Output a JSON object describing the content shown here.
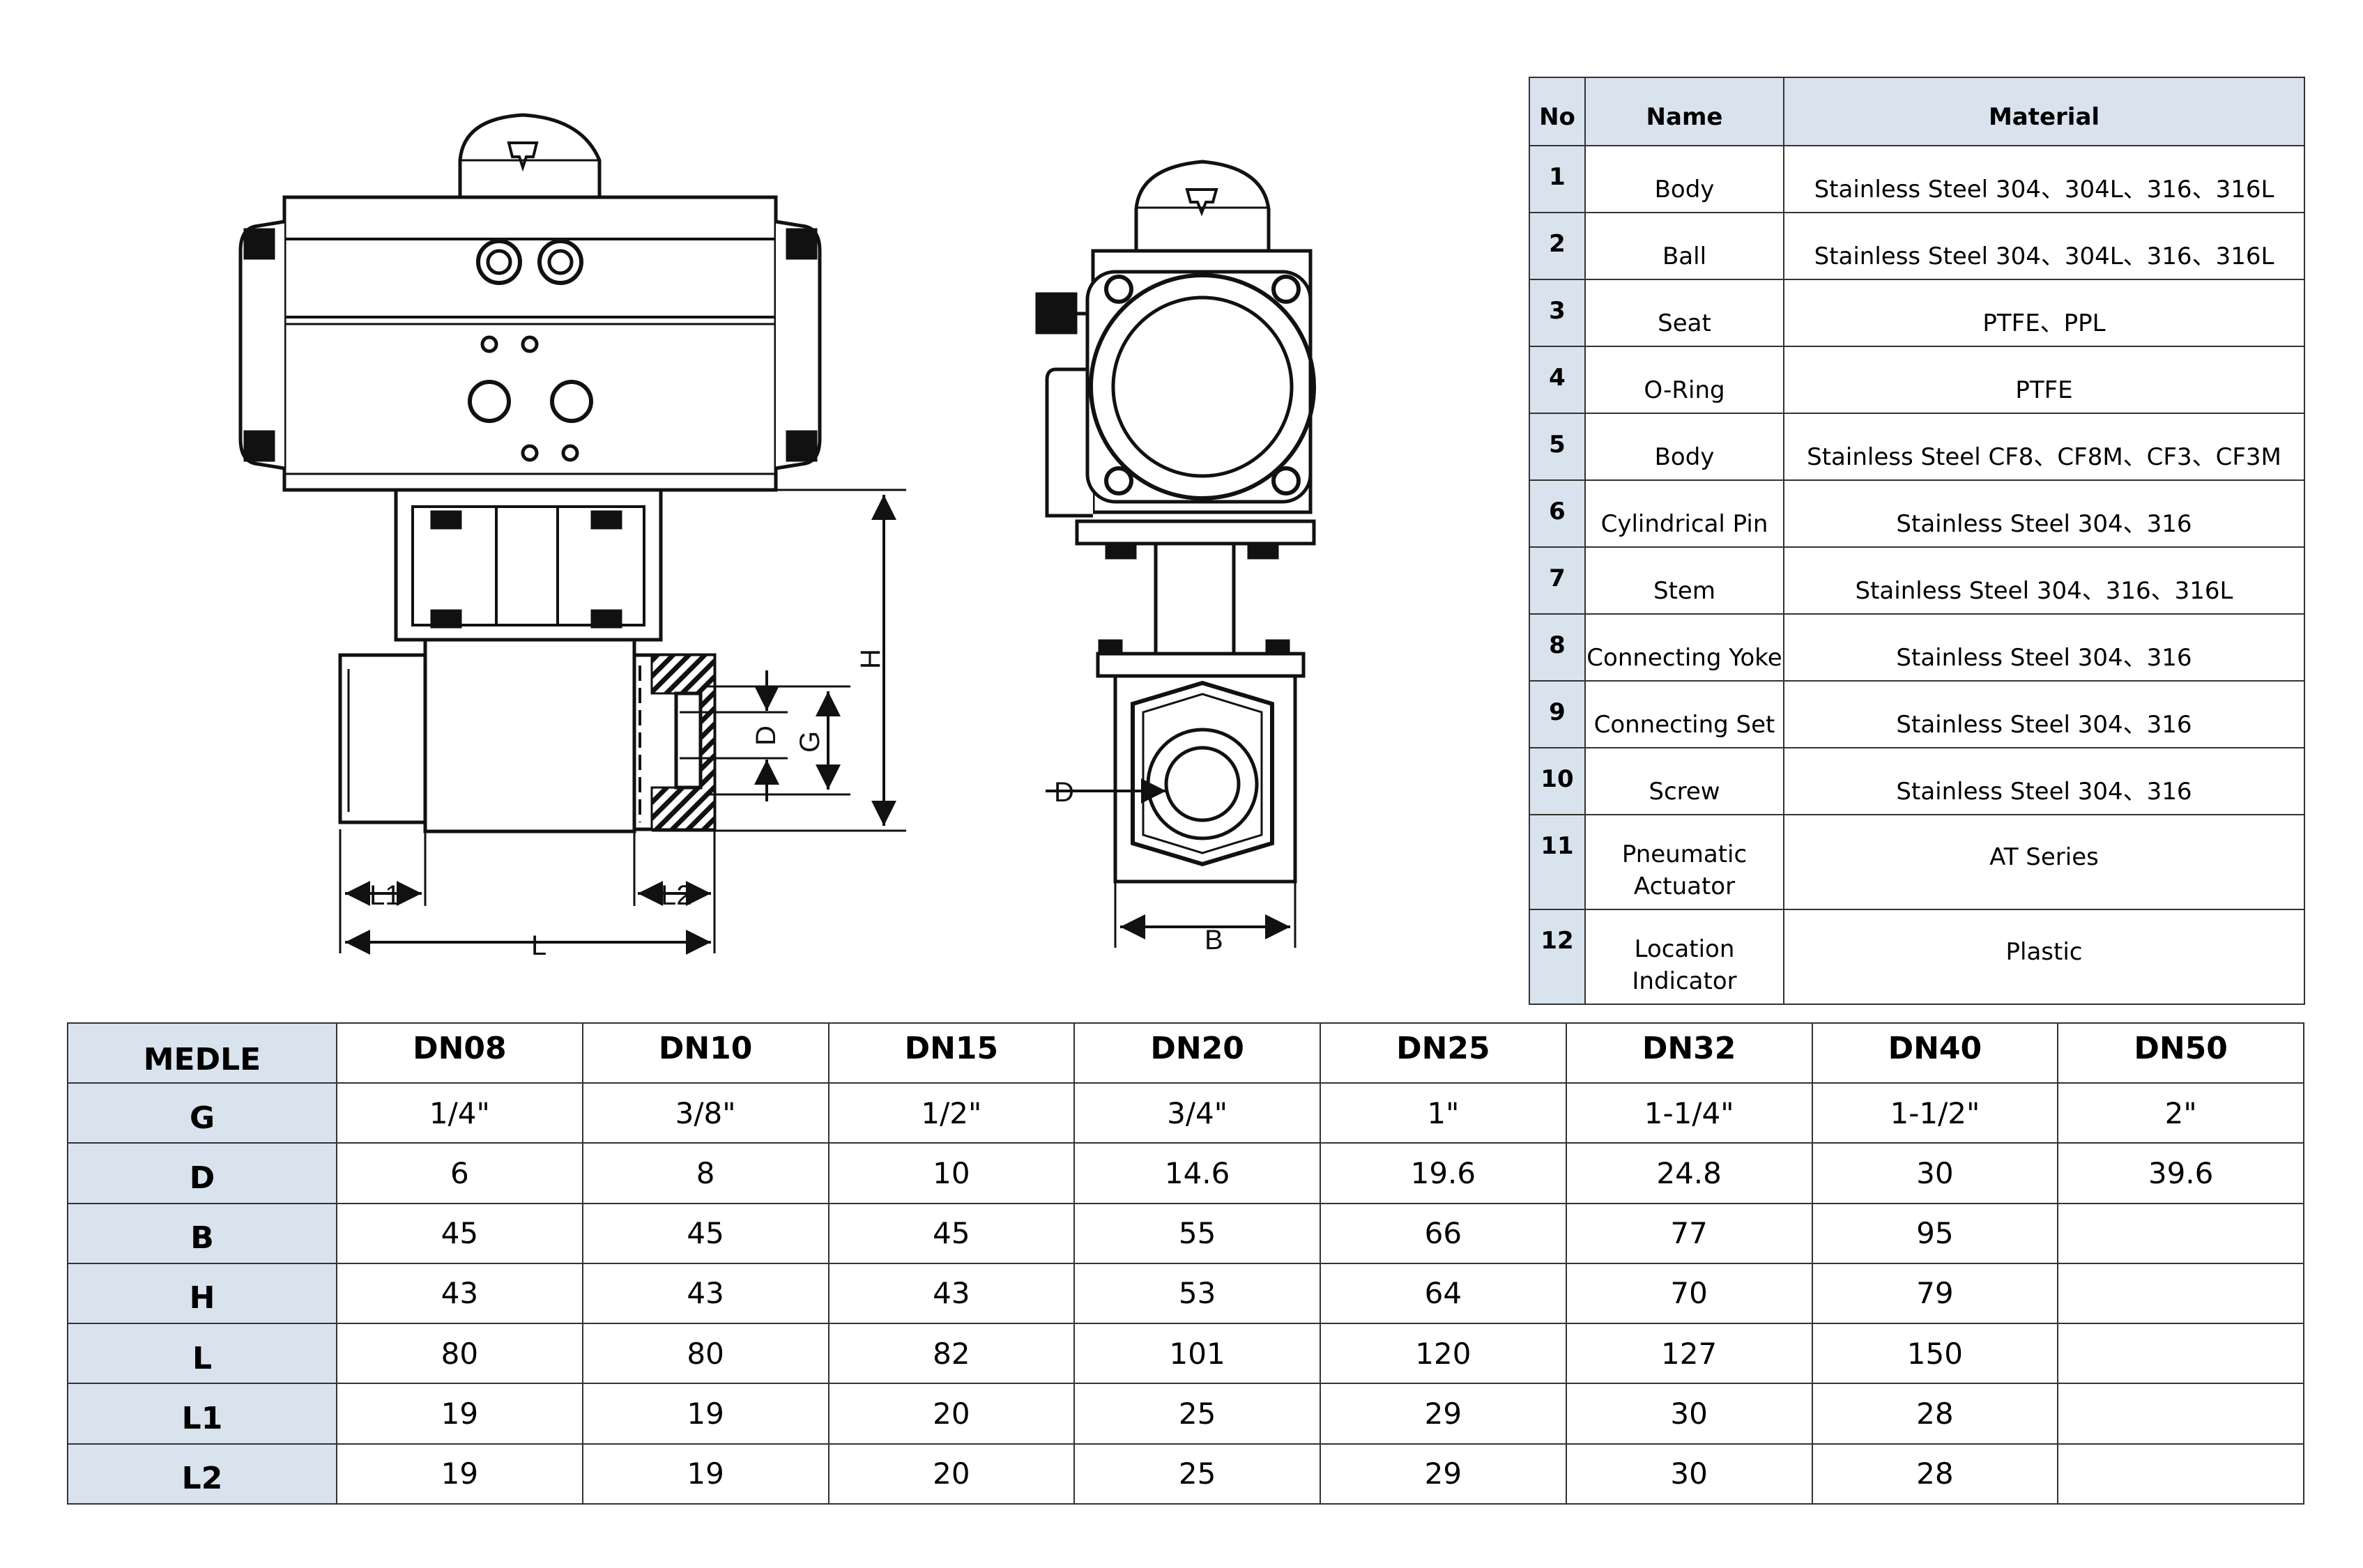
{
  "drawing_labels": {
    "H": "H",
    "D": "D",
    "G": "G",
    "L1": "L1",
    "L2": "L2",
    "L": "L",
    "B": "B",
    "D_side": "D"
  },
  "parts_table": {
    "headers": [
      "No",
      "Name",
      "Material"
    ],
    "rows": [
      {
        "no": "1",
        "name": "Body",
        "material": "Stainless Steel 304、304L、316、316L"
      },
      {
        "no": "2",
        "name": "Ball",
        "material": "Stainless Steel 304、304L、316、316L"
      },
      {
        "no": "3",
        "name": "Seat",
        "material": "PTFE、PPL"
      },
      {
        "no": "4",
        "name": "O-Ring",
        "material": "PTFE"
      },
      {
        "no": "5",
        "name": "Body",
        "material": "Stainless Steel CF8、CF8M、CF3、CF3M"
      },
      {
        "no": "6",
        "name": "Cylindrical Pin",
        "material": "Stainless Steel 304、316"
      },
      {
        "no": "7",
        "name": "Stem",
        "material": "Stainless Steel 304、316、316L"
      },
      {
        "no": "8",
        "name": "Connecting Yoke",
        "material": "Stainless Steel 304、316"
      },
      {
        "no": "9",
        "name": "Connecting Set",
        "material": "Stainless Steel 304、316"
      },
      {
        "no": "10",
        "name": "Screw",
        "material": "Stainless Steel 304、316"
      },
      {
        "no": "11",
        "name": "Pneumatic Actuator",
        "material": "AT Series"
      },
      {
        "no": "12",
        "name": "Location Indicator",
        "material": "Plastic"
      }
    ]
  },
  "dimension_table": {
    "corner": "MEDLE",
    "columns": [
      "DN08",
      "DN10",
      "DN15",
      "DN20",
      "DN25",
      "DN32",
      "DN40",
      "DN50"
    ],
    "rows": [
      {
        "label": "G",
        "values": [
          "1/4\"",
          "3/8\"",
          "1/2\"",
          "3/4\"",
          "1\"",
          "1-1/4\"",
          "1-1/2\"",
          "2\""
        ]
      },
      {
        "label": "D",
        "values": [
          "6",
          "8",
          "10",
          "14.6",
          "19.6",
          "24.8",
          "30",
          "39.6"
        ]
      },
      {
        "label": "B",
        "values": [
          "45",
          "45",
          "45",
          "55",
          "66",
          "77",
          "95",
          ""
        ]
      },
      {
        "label": "H",
        "values": [
          "43",
          "43",
          "43",
          "53",
          "64",
          "70",
          "79",
          ""
        ]
      },
      {
        "label": "L",
        "values": [
          "80",
          "80",
          "82",
          "101",
          "120",
          "127",
          "150",
          ""
        ]
      },
      {
        "label": "L1",
        "values": [
          "19",
          "19",
          "20",
          "25",
          "29",
          "30",
          "28",
          ""
        ]
      },
      {
        "label": "L2",
        "values": [
          "19",
          "19",
          "20",
          "25",
          "29",
          "30",
          "28",
          ""
        ]
      }
    ]
  }
}
